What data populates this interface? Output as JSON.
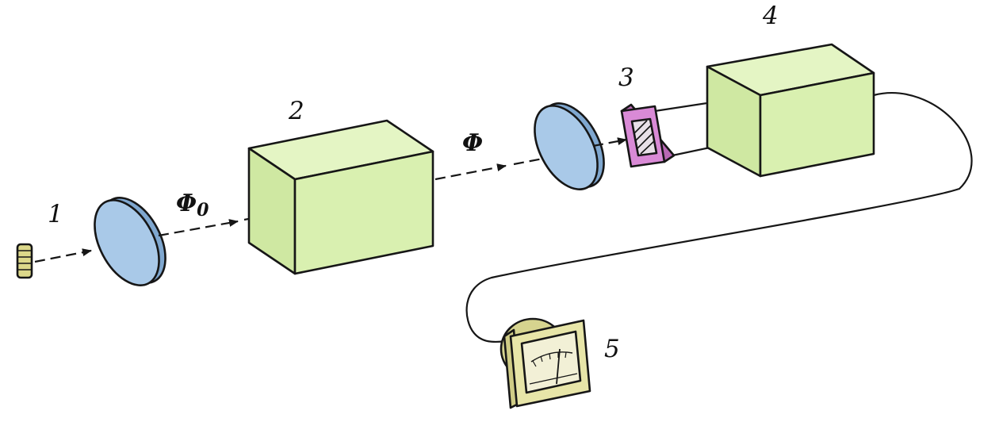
{
  "labels": {
    "source": "1",
    "monochromator": "2",
    "detector": "3",
    "amplifier": "4",
    "meter": "5",
    "flux_in": "Φ",
    "flux_in_sub": "0",
    "flux_out": "Φ"
  },
  "colors": {
    "box_fill": "#d9f0b0",
    "lens_fill": "#a9c9e8",
    "detector_frame": "#d98ad6",
    "meter_body": "#e7e5a8",
    "source_fill": "#dcd88a"
  }
}
